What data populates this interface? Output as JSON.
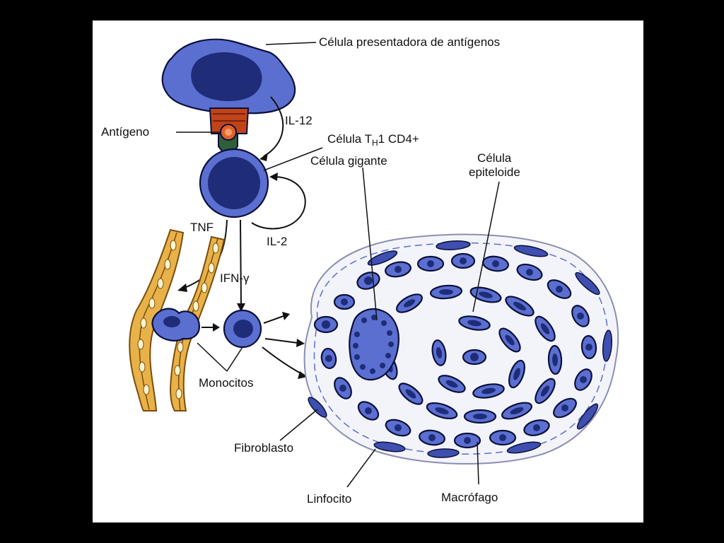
{
  "labels": {
    "apc": "Célula presentadora de antígenos",
    "il12": "IL-12",
    "antigen": "Antígeno",
    "th1_prefix": "Célula T",
    "th1_sub": "H",
    "th1_suffix": "1 CD4+",
    "giant": "Célula gigante",
    "epithelioid_line1": "Célula",
    "epithelioid_line2": "epiteloide",
    "tnf": "TNF",
    "il2": "IL-2",
    "ifn": "IFN-γ",
    "monocytes": "Monocitos",
    "fibroblast": "Fibroblasto",
    "lymphocyte": "Linfocito",
    "macrophage": "Macrófago"
  },
  "colors": {
    "background": "#000000",
    "panel": "#ffffff",
    "cell_fill": "#5a6fd0",
    "nucleus_fill": "#1f2c78",
    "outline": "#0b0f3a",
    "mhc_red": "#c0431a",
    "mhc_green": "#2e5e3a",
    "vessel": "#e8b24a"
  }
}
